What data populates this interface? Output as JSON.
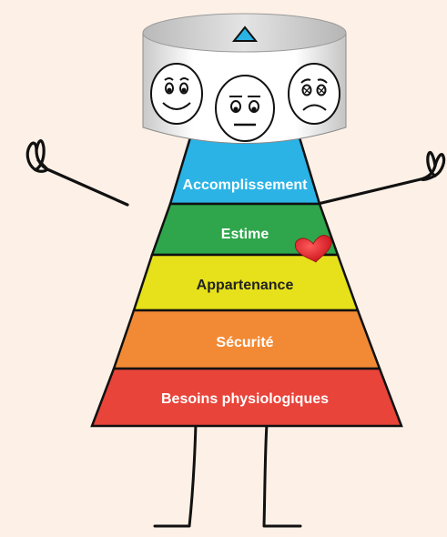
{
  "diagram": {
    "tiers": [
      {
        "label": "Accomplissement",
        "color": "#2bb3e6",
        "text_color": "#ffffff"
      },
      {
        "label": "Estime",
        "color": "#2fa64b",
        "text_color": "#ffffff"
      },
      {
        "label": "Appartenance",
        "color": "#e6e11a",
        "text_color": "#222222"
      },
      {
        "label": "Sécurité",
        "color": "#f28a35",
        "text_color": "#ffffff"
      },
      {
        "label": "Besoins physiologiques",
        "color": "#e8443a",
        "text_color": "#ffffff"
      }
    ],
    "apex_color": "#2bb3e6",
    "heart_color": "#e8202a",
    "outline_color": "#111111",
    "background_color": "#fdf0e6",
    "faces": [
      "happy-face-icon",
      "neutral-face-icon",
      "sad-face-icon"
    ]
  }
}
